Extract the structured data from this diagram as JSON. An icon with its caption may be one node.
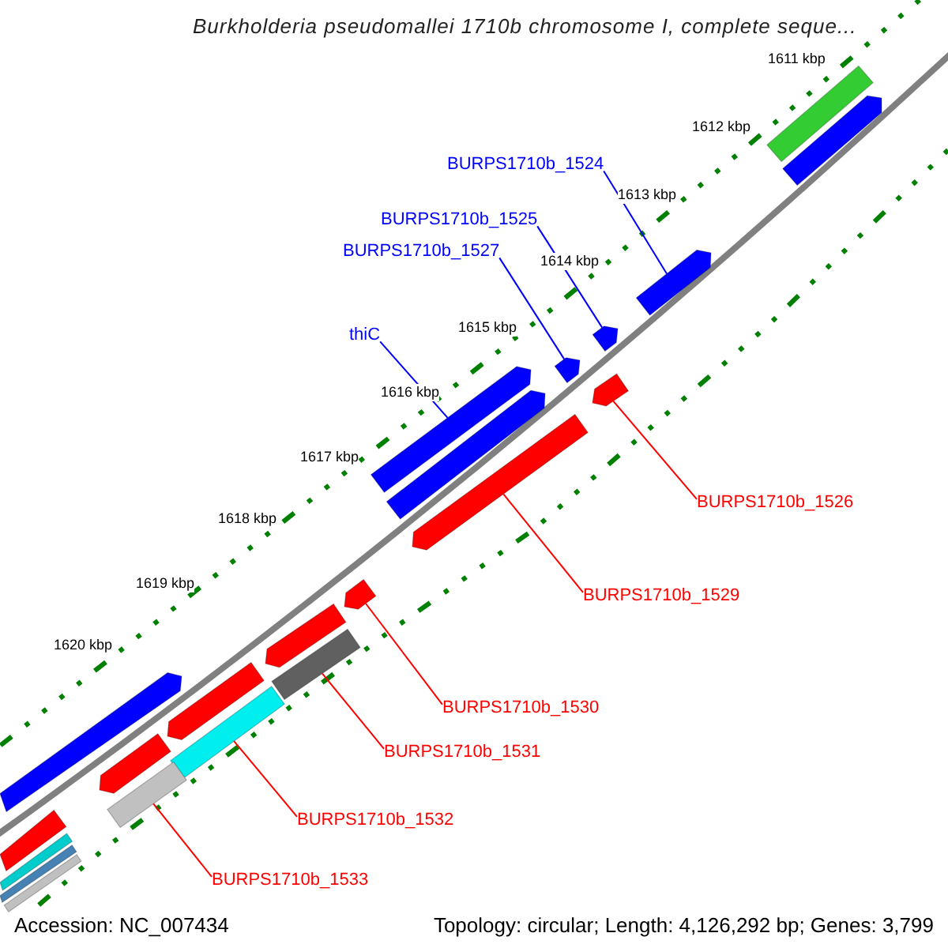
{
  "diagram": {
    "title": "Burkholderia pseudomallei 1710b chromosome I, complete seque...",
    "nodes": [
      {
        "text": [
          "BURPS1710b_1524"
        ]
      },
      {
        "text": [],
        "shape": "bar"
      },
      {
        "text": [
          "BURPS1710b_1525"
        ]
      },
      {
        "text": [],
        "shape": "bar"
      },
      {
        "text": [
          "BURPS1710b_1527"
        ]
      },
      {
        "text": [],
        "shape": "bar"
      },
      {
        "text": [
          "thiC"
        ]
      },
      {
        "text": [],
        "shape": "bar"
      },
      {
        "text": [
          "BURPS1710b_1526"
        ]
      },
      {
        "text": [],
        "shape": "bar"
      },
      {
        "text": [
          "BURPS1710b_1529"
        ]
      },
      {
        "text": [],
        "shape": "bar"
      },
      {
        "text": [
          "BURPS1710b_1530"
        ]
      },
      {
        "text": [],
        "shape": "bar"
      },
      {
        "text": [
          "BURPS1710b_1531"
        ]
      },
      {
        "text": [],
        "shape": "bar"
      },
      {
        "text": [
          "BURPS1710b_1532"
        ]
      },
      {
        "text": [],
        "shape": "bar"
      },
      {
        "text": [
          "BURPS1710b_1533"
        ]
      },
      {
        "text": [],
        "shape": "bar"
      },
      {
        "text": [],
        "shape": "bar"
      },
      {
        "text": [],
        "shape": "bar"
      },
      {
        "text": [],
        "shape": "bar"
      },
      {
        "text": [],
        "shape": "bar"
      },
      {
        "text": [],
        "shape": "bar"
      },
      {
        "text": [],
        "shape": "bar"
      },
      {
        "text": [],
        "shape": "bar"
      },
      {
        "text": [],
        "shape": "bar"
      },
      {
        "text": [],
        "shape": "bar"
      },
      {
        "text": [],
        "shape": "bar"
      },
      {
        "text": [],
        "shape": "bar"
      }
    ],
    "edges": [
      {
        "from": 0,
        "to": 1,
        "arrow": "none",
        "color": "#0000ff"
      },
      {
        "from": 2,
        "to": 3,
        "arrow": "none",
        "color": "#0000ff"
      },
      {
        "from": 4,
        "to": 5,
        "arrow": "none",
        "color": "#0000ff"
      },
      {
        "from": 6,
        "to": 7,
        "arrow": "none",
        "color": "#0000ff"
      },
      {
        "from": 8,
        "to": 9,
        "arrow": "none",
        "color": "#ff0000"
      },
      {
        "from": 10,
        "to": 11,
        "arrow": "none",
        "color": "#ff0000"
      },
      {
        "from": 12,
        "to": 13,
        "arrow": "none",
        "color": "#ff0000"
      },
      {
        "from": 14,
        "to": 15,
        "arrow": "none",
        "color": "#ff0000"
      },
      {
        "from": 16,
        "to": 17,
        "arrow": "none",
        "color": "#ff0000"
      },
      {
        "from": 18,
        "to": 19,
        "arrow": "none",
        "color": "#ff0000"
      }
    ],
    "labels": [
      "1611 kbp",
      "1612 kbp",
      "1613 kbp",
      "1614 kbp",
      "1615 kbp",
      "1616 kbp",
      "1617 kbp",
      "1618 kbp",
      "1619 kbp",
      "1620 kbp",
      "Accession: NC_007434",
      "Topology: circular; Length: 4,126,292 bp; Genes: 3,799"
    ]
  }
}
